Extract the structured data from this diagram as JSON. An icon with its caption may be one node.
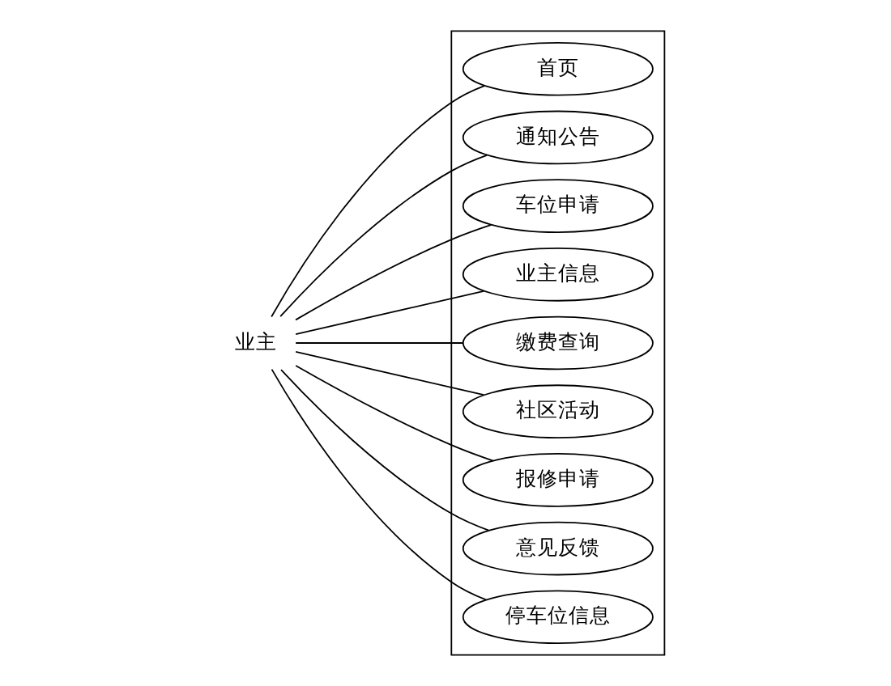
{
  "diagram": {
    "nodes": [
      {
        "text": [
          "业主"
        ]
      },
      {
        "text": [],
        "shape": "box"
      },
      {
        "text": [
          "首页"
        ],
        "in": 1
      },
      {
        "text": [
          "通知公告"
        ],
        "in": 1
      },
      {
        "text": [
          "车位申请"
        ],
        "in": 1
      },
      {
        "text": [
          "业主信息"
        ],
        "in": 1
      },
      {
        "text": [
          "缴费查询"
        ],
        "in": 1
      },
      {
        "text": [
          "社区活动"
        ],
        "in": 1
      },
      {
        "text": [
          "报修申请"
        ],
        "in": 1
      },
      {
        "text": [
          "意见反馈"
        ],
        "in": 1
      },
      {
        "text": [
          "停车位信息"
        ],
        "in": 1
      }
    ],
    "edges": [
      {
        "from": 0,
        "to": 2,
        "arrow": "none"
      },
      {
        "from": 0,
        "to": 3,
        "arrow": "none"
      },
      {
        "from": 0,
        "to": 4,
        "arrow": "none"
      },
      {
        "from": 0,
        "to": 5,
        "arrow": "none"
      },
      {
        "from": 0,
        "to": 6,
        "arrow": "none"
      },
      {
        "from": 0,
        "to": 7,
        "arrow": "none"
      },
      {
        "from": 0,
        "to": 8,
        "arrow": "none"
      },
      {
        "from": 0,
        "to": 9,
        "arrow": "none"
      },
      {
        "from": 0,
        "to": 10,
        "arrow": "none"
      }
    ]
  }
}
